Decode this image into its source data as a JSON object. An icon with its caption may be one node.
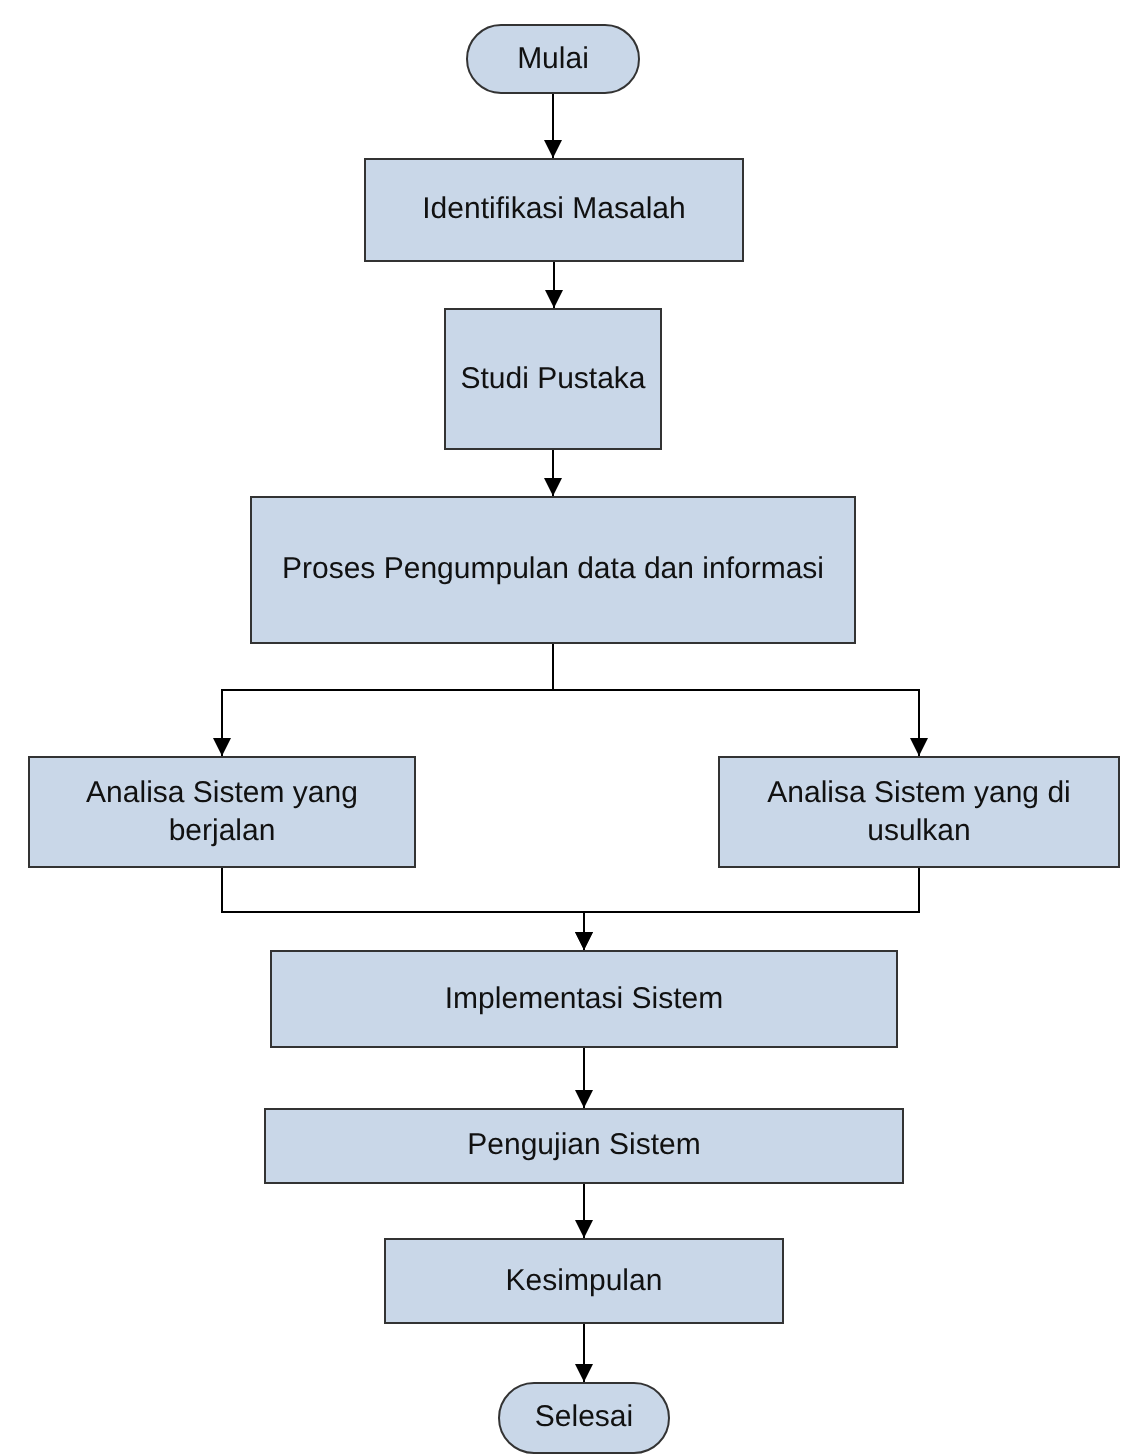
{
  "diagram": {
    "nodes": [
      {
        "text": [
          "Mulai"
        ]
      },
      {
        "text": [
          "Identifikasi Masalah"
        ]
      },
      {
        "text": [
          "Studi Pustaka"
        ]
      },
      {
        "text": [
          "Proses Pengumpulan data dan informasi"
        ]
      },
      {
        "text": [
          "Analisa Sistem yang berjalan"
        ]
      },
      {
        "text": [
          "Analisa Sistem yang di usulkan"
        ]
      },
      {
        "text": [
          "Implementasi Sistem"
        ]
      },
      {
        "text": [
          "Pengujian Sistem"
        ]
      },
      {
        "text": [
          "Kesimpulan"
        ]
      },
      {
        "text": [
          "Selesai"
        ]
      }
    ],
    "edges": [
      {
        "from": 0,
        "to": 1,
        "arrow": "to"
      },
      {
        "from": 1,
        "to": 2,
        "arrow": "to"
      },
      {
        "from": 2,
        "to": 3,
        "arrow": "to"
      },
      {
        "from": 3,
        "to": 4,
        "arrow": "to"
      },
      {
        "from": 3,
        "to": 5,
        "arrow": "to"
      },
      {
        "from": 4,
        "to": 6,
        "arrow": "to"
      },
      {
        "from": 5,
        "to": 6,
        "arrow": "to"
      },
      {
        "from": 6,
        "to": 7,
        "arrow": "to"
      },
      {
        "from": 7,
        "to": 8,
        "arrow": "to"
      },
      {
        "from": 8,
        "to": 9,
        "arrow": "to"
      }
    ]
  }
}
